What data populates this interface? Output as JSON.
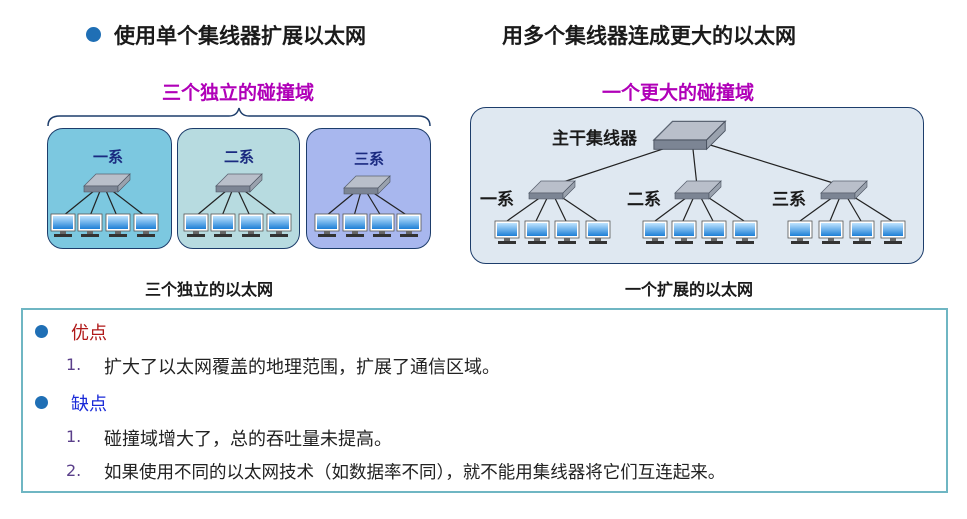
{
  "left": {
    "title": "使用单个集线器扩展以太网",
    "domain_label": "三个独立的碰撞域",
    "departments": [
      "一系",
      "二系",
      "三系"
    ],
    "caption": "三个独立的以太网",
    "colors": {
      "dept1": "#7cc8e0",
      "dept2": "#b7dbe0",
      "dept3": "#a8b7ee"
    }
  },
  "right": {
    "title": "用多个集线器连成更大的以太网",
    "domain_label": "一个更大的碰撞域",
    "backbone_label": "主干集线器",
    "departments": [
      "一系",
      "二系",
      "三系"
    ],
    "caption": "一个扩展的以太网",
    "colors": {
      "box": "#dfe8f1"
    }
  },
  "panel": {
    "advantages_label": "优点",
    "advantages": [
      {
        "num": "1.",
        "text": "扩大了以太网覆盖的地理范围，扩展了通信区域。"
      }
    ],
    "disadvantages_label": "缺点",
    "disadvantages": [
      {
        "num": "1.",
        "text": "碰撞域增大了，总的吞吐量未提高。"
      },
      {
        "num": "2.",
        "text": "如果使用不同的以太网技术（如数据率不同），就不能用集线器将它们互连起来。"
      }
    ],
    "colors": {
      "advantages": "#b01818",
      "disadvantages": "#1a2ad8",
      "border": "#6fb6c3",
      "bullet": "#1f6fb5"
    }
  }
}
